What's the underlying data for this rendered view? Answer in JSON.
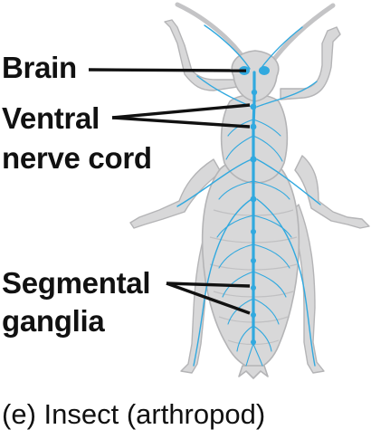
{
  "labels": {
    "brain": "Brain",
    "ventral_line1": "Ventral",
    "ventral_line2": "nerve cord",
    "segmental_line1": "Segmental",
    "segmental_line2": "ganglia"
  },
  "caption": "(e) Insect (arthropod)",
  "colors": {
    "body_fill": "#d8d8d9",
    "body_stroke": "#b4b4b6",
    "nerve": "#31a9df",
    "label_line": "#111111",
    "text": "#111111"
  }
}
